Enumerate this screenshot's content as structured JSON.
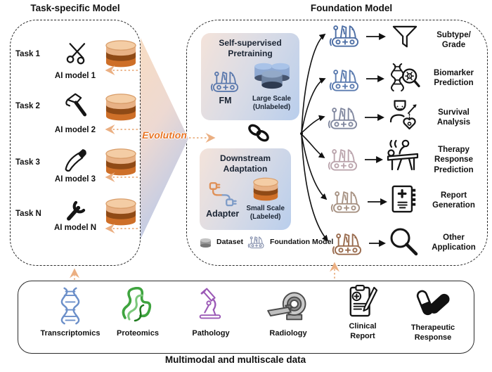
{
  "header": {
    "left_panel_title": "Task-specific Model",
    "right_panel_title": "Foundation Model"
  },
  "evolution_label": "Evolution",
  "tasks": [
    {
      "label": "Task 1",
      "model": "AI model 1",
      "tool_icon": "scissors-icon"
    },
    {
      "label": "Task 2",
      "model": "AI model 2",
      "tool_icon": "hammer-icon"
    },
    {
      "label": "Task 3",
      "model": "AI model 3",
      "tool_icon": "knife-icon"
    },
    {
      "label": "Task N",
      "model": "AI model N",
      "tool_icon": "wrench-icon"
    }
  ],
  "foundation": {
    "pretraining": {
      "title": "Self-supervised\nPretraining",
      "fm_label": "FM",
      "data_label": "Large Scale\n(Unlabeled)"
    },
    "adaptation": {
      "title": "Downstream\nAdaptation",
      "adapter_label": "Adapter",
      "data_label": "Small Scale\n(Labeled)"
    },
    "legend": {
      "dataset": "Dataset",
      "foundation_model": "Foundation Model"
    }
  },
  "applications": [
    {
      "label": "Subtype/\nGrade",
      "icon": "funnel-icon"
    },
    {
      "label": "Biomarker\nPrediction",
      "icon": "dna-magnifier-icon"
    },
    {
      "label": "Survival\nAnalysis",
      "icon": "patient-heart-icon"
    },
    {
      "label": "Therapy\nResponse\nPrediction",
      "icon": "therapy-table-icon"
    },
    {
      "label": "Report\nGeneration",
      "icon": "medical-report-icon"
    },
    {
      "label": "Other\nApplication",
      "icon": "magnifier-icon"
    }
  ],
  "modalities": [
    {
      "label": "Transcriptomics",
      "icon": "dna-icon"
    },
    {
      "label": "Proteomics",
      "icon": "protein-icon"
    },
    {
      "label": "Pathology",
      "icon": "microscope-icon"
    },
    {
      "label": "Radiology",
      "icon": "mri-scanner-icon"
    },
    {
      "label": "Clinical\nReport",
      "icon": "clinical-report-icon"
    },
    {
      "label": "Therapeutic\nResponse",
      "icon": "pills-icon"
    }
  ],
  "caption": "Multimodal and multiscale data",
  "colors": {
    "accent_orange": "#E87425",
    "dotted_arrow_orange": "#EDBA92",
    "fm_knife_blue": "#5B79AD",
    "legend_knife": "#7E89A8",
    "knife_colors": [
      "#4E6FA5",
      "#5C7CB0",
      "#8289A0",
      "#BCA6AE",
      "#A89384",
      "#9A6C4F"
    ],
    "box_gradient": [
      "#F4E3DA",
      "#B9CEEC"
    ],
    "dataset_orange": [
      "#F4CDA5",
      "#8F4A16",
      "#CE6F28"
    ],
    "dataset_blue": [
      "#A9C3E8",
      "#6E82A0",
      "#2E3A50"
    ],
    "dna_blue": "#6B8FC9",
    "protein_green": "#3FA43F",
    "microscope_purple": "#9B59B6"
  }
}
